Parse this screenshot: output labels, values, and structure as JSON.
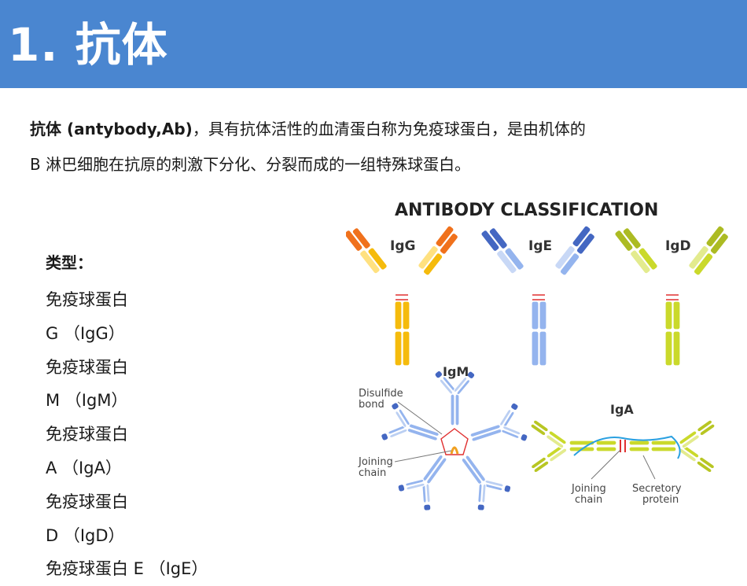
{
  "slide": {
    "title": "1. 抗体"
  },
  "intro": {
    "term": "抗体 (antybody,Ab)",
    "line1_rest": "，具有抗体活性的血清蛋白称为免疫球蛋白，是由机体的",
    "line2": "B 淋巴细胞在抗原的刺激下分化、分裂而成的一组特殊球蛋白。"
  },
  "types": {
    "heading": "类型：",
    "lines": [
      "免疫球蛋白",
      "G （IgG）",
      "免疫球蛋白",
      "M （IgM）",
      "免疫球蛋白",
      "A （IgA）",
      "免疫球蛋白",
      "D （IgD）",
      "免疫球蛋白 E （IgE）"
    ]
  },
  "figure": {
    "title": "ANTIBODY CLASSIFICATION",
    "labels": {
      "igg": "IgG",
      "ige": "IgE",
      "igd": "IgD",
      "igm": "IgM",
      "iga": "IgA",
      "disulfide_1": "Disulfide",
      "disulfide_2": "bond",
      "joining_left_1": "Joining",
      "joining_left_2": "chain",
      "joining_right_1": "Joining",
      "joining_right_2": "chain",
      "secretory_1": "Secretory",
      "secretory_2": "protein"
    },
    "colors": {
      "igg_stem": "#f5b800",
      "igg_tip": "#f06a10",
      "ige_stem": "#8fb0ee",
      "ige_tip": "#3a5fbf",
      "igd_stem": "#c8d820",
      "igd_tip": "#a8b818",
      "iga_stem": "#c8d820",
      "igm_stem": "#8fb0ee",
      "bond": "#e03030",
      "secretory": "#2aa0e0"
    }
  }
}
